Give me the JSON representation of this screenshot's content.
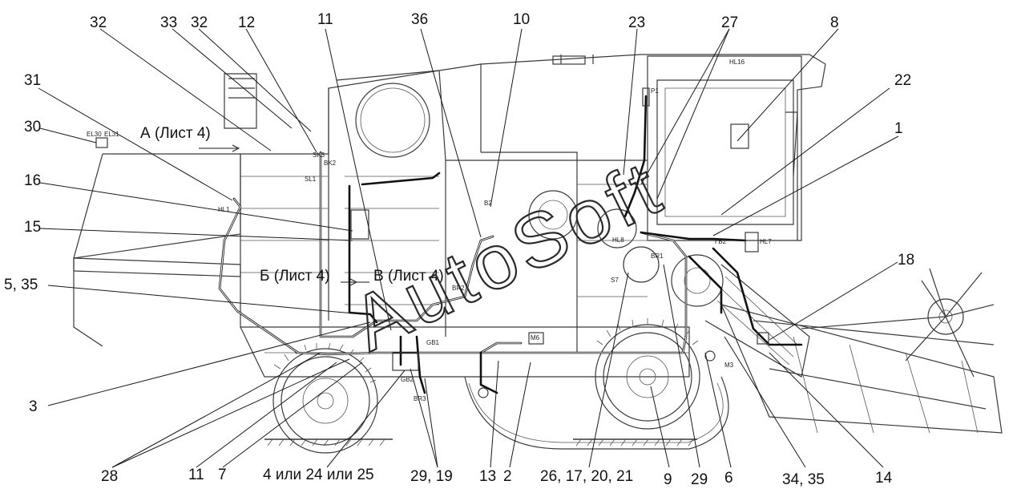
{
  "colors": {
    "line": "#1a1a1a",
    "harness": "#111111",
    "watermark": "#2a2a2a"
  },
  "watermark": "AutoSoft",
  "view_labels": {
    "view_a": "А (Лист 4)",
    "view_b": "Б (Лист 4)",
    "view_v": "В (Лист 4)"
  },
  "callouts_top": [
    "32",
    "33",
    "32",
    "12",
    "11",
    "36",
    "10",
    "23",
    "27",
    "8",
    "22",
    "1"
  ],
  "callouts_left": [
    "31",
    "30",
    "16",
    "15",
    "5, 35",
    "3"
  ],
  "callouts_right": [
    "18"
  ],
  "callouts_bottom": [
    "28",
    "11",
    "7",
    "4 или 24 или 25",
    "29, 19",
    "13",
    "2",
    "26, 17, 20, 21",
    "9",
    "29",
    "6",
    "34, 35",
    "14"
  ],
  "component_codes": [
    "EL30",
    "EL31",
    "HL1",
    "SK3",
    "BK2",
    "SL1",
    "HL16",
    "P1",
    "HL8",
    "HL7",
    "ГБ2",
    "BR1",
    "S7",
    "M3",
    "M6",
    "GB1",
    "GB2",
    "BR3",
    "BR2",
    "B2"
  ]
}
